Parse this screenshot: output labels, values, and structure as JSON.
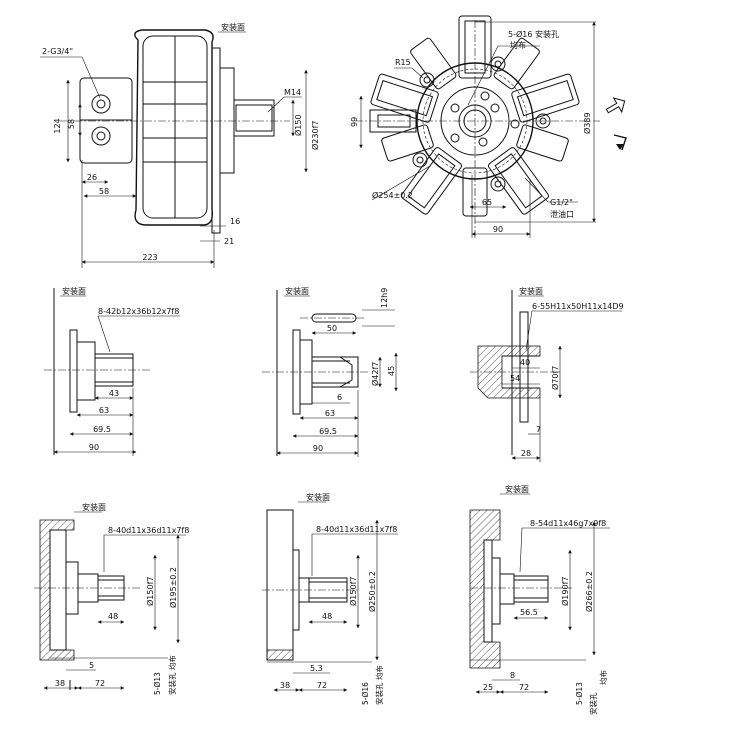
{
  "labels": {
    "mount_face": "安装面",
    "ports": "2-G3/4\"",
    "thread_m14": "M14",
    "bolt_holes_top": "5-Ø16 安装孔",
    "evenly": "均布",
    "r15": "R15",
    "g12": "G1/2\"",
    "drain": "泄油口",
    "spline_a": "8-42b12x36b12x7f8",
    "spline_c": "6-55H11x50H11x14D9",
    "spline_d": "8-40d11x36d11x7f8",
    "spline_e": "8-40d11x36d11x7f8",
    "spline_f": "8-54d11x46g7x9f8",
    "holes_d": "5-Ø13",
    "holes_e": "5-Ø16",
    "holes_f": "5-Ø13",
    "mount_holes_evenly": "安装孔 均布",
    "mount_holes": "安装孔",
    "evenly_v": "均布"
  },
  "dims": {
    "d124": "124",
    "d58v": "58",
    "d26": "26",
    "d58h": "58",
    "d150": "Ø150",
    "d230": "Ø230f7",
    "d16": "16",
    "d21": "21",
    "d223": "223",
    "d99": "99",
    "d389": "Ø389",
    "d254": "Ø254±0.2",
    "d65": "65",
    "d90top": "90",
    "a43": "43",
    "a63": "63",
    "a695": "69.5",
    "a90": "90",
    "b50": "50",
    "b12h9": "12h9",
    "b42": "Ø42f7",
    "b45": "45",
    "b6": "6",
    "b63": "63",
    "b695": "69.5",
    "b90": "90",
    "c40": "40",
    "c54": "54",
    "c70": "Ø70f7",
    "c7": "7",
    "c28": "28",
    "d48": "48",
    "d150f7": "Ø150f7",
    "d195": "Ø195±0.2",
    "d5": "5",
    "d38": "38",
    "d72": "72",
    "e48": "48",
    "e150f7": "Ø150f7",
    "e250": "Ø250±0.2",
    "e53": "5.3",
    "e38": "38",
    "e72": "72",
    "f565": "56.5",
    "f190": "Ø190f7",
    "f266": "Ø266±0.2",
    "f8": "8",
    "f25": "25",
    "f72": "72"
  }
}
